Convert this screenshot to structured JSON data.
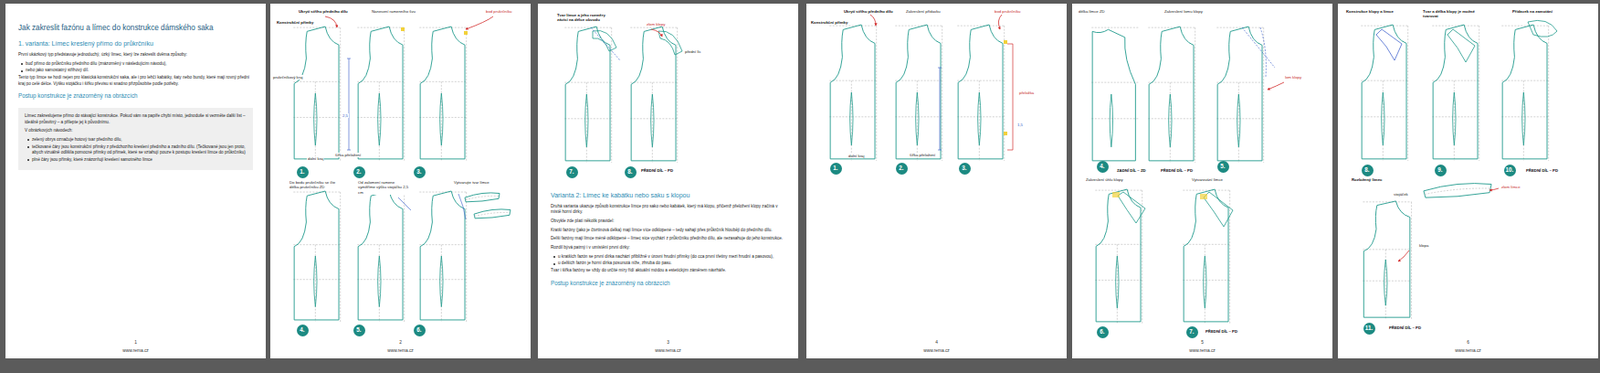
{
  "diagram": {
    "nodes": [
      {
        "text": [
          "Jak zakreslit fazónu a límec do konstrukce dámského saka",
          "1. varianta: Límec kreslený přímo do průkrčníku",
          "První ukázkový typ představuje jednoduchý, úzký límec, který lze zakreslit dvěma způsoby:",
          "buď přímo do průkrčníku předního dílu (znázorněný v následujícím návodu),",
          "nebo jako samostatný střihový díl.",
          "Tento typ límce se hodí nejen pro klasická konstrukční saka, ale i pro lehčí kabátky, šaty nebo bundy, které mají rovný přední kraj po celé délce. Výšku stojáčku i šířku převisu si snadno přizpůsobíte podle potřeby.",
          "Postup konstrukce je znázorněný na obrázcích",
          "1",
          "www.rema.cz"
        ]
      },
      {
        "text": [
          "Límec zakreslujeme přímo do stávající konstrukce. Pokud vám na papíře chybí místo, jednoduše si vezměte další list – ideálně průsvitný – a přilepte jej k původnímu.",
          "V obrázkových návodech:",
          "zelený obrys označuje hotový tvar předního dílu,",
          "tečkované čáry jsou konstrukční přímky z předchozího kreslení předního a zadního dílu. (Tečkované jsou jen proto, abych vizuálně odlišila pomocné přímky od přímek, které se vztahují pouze k postupu kreslení límce do průkrčníku)",
          "plné čáry jsou přímky, které znázorňují kreslení samotného límce"
        ],
        "in": 0
      },
      {
        "text": [
          "2",
          "www.rema.cz"
        ]
      },
      {
        "text": [
          "1."
        ],
        "in": 2
      },
      {
        "text": [
          "2."
        ],
        "in": 2
      },
      {
        "text": [
          "3."
        ],
        "in": 2
      },
      {
        "text": [
          "4."
        ],
        "in": 2
      },
      {
        "text": [
          "5."
        ],
        "in": 2
      },
      {
        "text": [
          "6."
        ],
        "in": 2
      },
      {
        "text": [
          "Varianta 2: Límec ke kabátku nebo saku s klopou",
          "Druhá varianta ukazuje způsob konstrukce límce pro sako nebo kabátek, který má klopu, přičemž přeložení klopy začíná v místě horní dírky.",
          "Obvykle zde platí několik pravidel:",
          "Kratší fazóny (jako je čtvrtinová délka) mají límce více odklopené – tedy sahají přes průkrčník hlouběji do předního dílu.",
          "Delší fazóny mají límce méně odklopené – límec sice vychází z průkrčníku předního dílu, ale nezasahuje do jeho konstrukce.",
          "Rozdíl bývá patrný i v umístění první dírky:",
          "u kratších fazón se první dírka nachází přibližně v úrovni hrudní přímky (do cca první třetiny mezi hrudní a pasovou),",
          "u delších fazón je horní dírka posunutá níže, zhruba do pasu.",
          "Tvar i šířka fazóny se vždy do určité míry řídí aktuální módou a estetickým záměrem návrháře.",
          "Postup konstrukce je znázorněný na obrázcích",
          "3",
          "www.rema.cz"
        ]
      },
      {
        "text": [
          "7."
        ],
        "in": 9
      },
      {
        "text": [
          "8."
        ],
        "in": 9
      },
      {
        "text": [
          "4",
          "www.rema.cz"
        ]
      },
      {
        "text": [
          "1."
        ],
        "in": 12
      },
      {
        "text": [
          "2."
        ],
        "in": 12
      },
      {
        "text": [
          "3."
        ],
        "in": 12
      },
      {
        "text": [
          "5",
          "www.rema.cz"
        ]
      },
      {
        "text": [
          "4."
        ],
        "in": 16
      },
      {
        "text": [
          "5."
        ],
        "in": 16
      },
      {
        "text": [
          "6."
        ],
        "in": 16
      },
      {
        "text": [
          "7."
        ],
        "in": 16
      },
      {
        "text": [
          "6",
          "www.rema.cz"
        ]
      },
      {
        "text": [
          "8."
        ],
        "in": 21
      },
      {
        "text": [
          "9."
        ],
        "in": 21
      },
      {
        "text": [
          "10."
        ],
        "in": 21
      },
      {
        "text": [
          "11."
        ],
        "in": 21
      }
    ],
    "labels": [
      "Ukrytí střihu předního dílu",
      "Konstrukční přímky",
      "Nanesení ramenního švu",
      "bod průkrčníku",
      "průkrčníkový kraj",
      "dolní kraj",
      "šířka přeložení",
      "2,5",
      "Do bodu průkrčníku se čte délka průkrčníku ZD",
      "Od zalomení ramene vyměříme výšku stojáčku 2,5 cm",
      "Vytvarujte tvar límce",
      "Tvar límce a jeho rozměry závisí na délce obvodu",
      "zlom klopy",
      "přední líc",
      "PŘEDNÍ DÍL – PD",
      "Ukrytí střihu předního dílu",
      "Konstrukční přímky",
      "Zakreslení přídavku",
      "bod průkrčníku",
      "dolní kraj",
      "šířka přeložení",
      "přeložka",
      "1,5",
      "délka límce ZD",
      "Zakreslení lomu klopy",
      "lom klopy",
      "ZADNÍ DÍL – ZD",
      "PŘEDNÍ DÍL – PD",
      "Zakreslení úhlu klopy",
      "Vytvarování límce",
      "PŘEDNÍ DÍL – PD",
      "Konstrukce klopy a límce",
      "Tvar a délka klopy je možné tvarovat",
      "Přídavek na zamotání",
      "PŘEDNÍ DÍL – PD",
      "Rozložený límec",
      "zlom límce",
      "stojáček",
      "klopa",
      "PŘEDNÍ DÍL – PD"
    ]
  }
}
